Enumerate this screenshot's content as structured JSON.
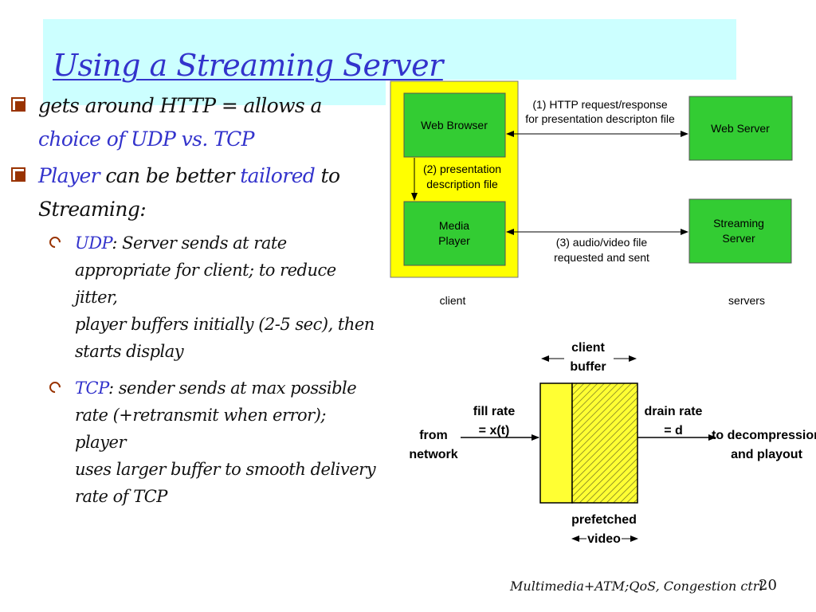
{
  "title": "Using a Streaming Server",
  "bullets": [
    {
      "parts": [
        "gets around HTTP = allows a",
        "choice of UDP vs. TCP"
      ]
    },
    {
      "parts": [
        "Player",
        " can be better ",
        "tailored",
        " to",
        "Streaming:"
      ]
    }
  ],
  "sub_bullets": [
    {
      "term": "UDP",
      "lines": [
        ": Server sends at rate",
        "appropriate for client; to reduce jitter,",
        "player buffers initially (2-5 sec), then",
        "starts display"
      ]
    },
    {
      "term": "TCP",
      "lines": [
        ": sender sends at max possible",
        "rate (+retransmit when error); player",
        "uses larger buffer to smooth delivery",
        "rate of TCP"
      ]
    }
  ],
  "diagram": {
    "web_browser": "Web Browser",
    "web_server": "Web Server",
    "media_player": [
      "Media",
      "Player"
    ],
    "streaming_server": [
      "Streaming",
      "Server"
    ],
    "step1": [
      "(1) HTTP request/response",
      "for presentation descripton file"
    ],
    "step2": [
      "(2)  presentation",
      "description file"
    ],
    "step3": [
      "(3) audio/video file",
      "requested and sent"
    ],
    "client_label": "client",
    "servers_label": "servers",
    "colors": {
      "client_area": "#ffff00",
      "box": "#33cc33",
      "buffer": "#ffff33"
    }
  },
  "buffer_diagram": {
    "client_buffer": [
      "client",
      "buffer"
    ],
    "fill_rate": [
      "fill rate",
      "= x(t)"
    ],
    "drain_rate": [
      "drain rate",
      "= d"
    ],
    "from_network": [
      "from",
      "network"
    ],
    "to_decompression": [
      "to decompression",
      "and playout"
    ],
    "prefetched": [
      "prefetched",
      "video"
    ]
  },
  "footer": "Multimedia+ATM;QoS, Congestion ctrl",
  "page_number": "20"
}
